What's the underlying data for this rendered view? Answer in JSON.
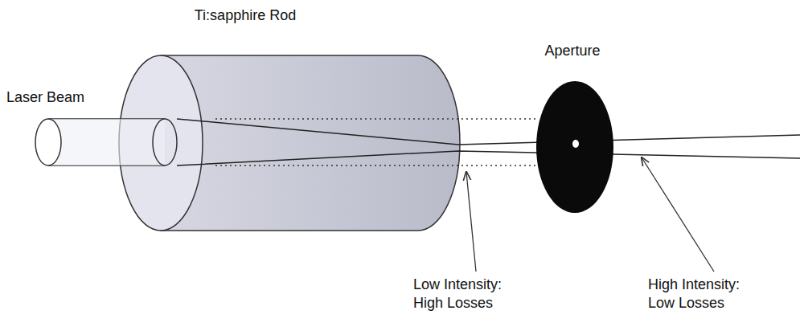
{
  "diagram": {
    "labels": [
      "Ti:sapphire Rod",
      "Laser Beam",
      "Aperture",
      "Low Intensity: High Losses",
      "High Intensity: Low Losses"
    ]
  }
}
